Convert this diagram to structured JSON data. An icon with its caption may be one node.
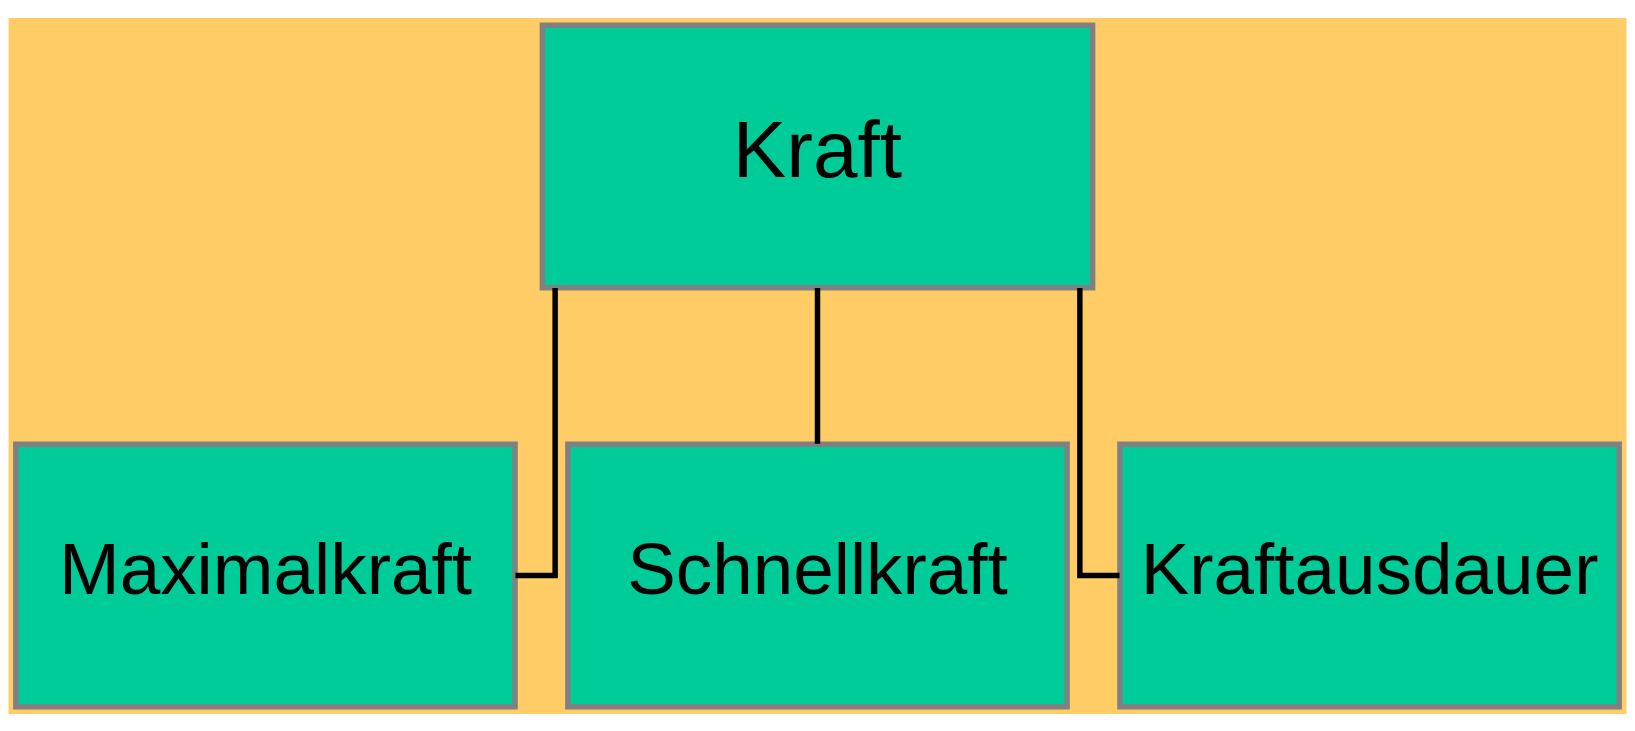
{
  "diagram": {
    "nodes": [
      {
        "text": [
          "Kraft"
        ]
      },
      {
        "text": [
          "Maximalkraft"
        ]
      },
      {
        "text": [
          "Schnellkraft"
        ]
      },
      {
        "text": [
          "Kraftausdauer"
        ]
      }
    ],
    "edges": [
      {
        "from": 0,
        "to": 1,
        "arrow": "none"
      },
      {
        "from": 0,
        "to": 2,
        "arrow": "none"
      },
      {
        "from": 0,
        "to": 3,
        "arrow": "none"
      }
    ]
  }
}
